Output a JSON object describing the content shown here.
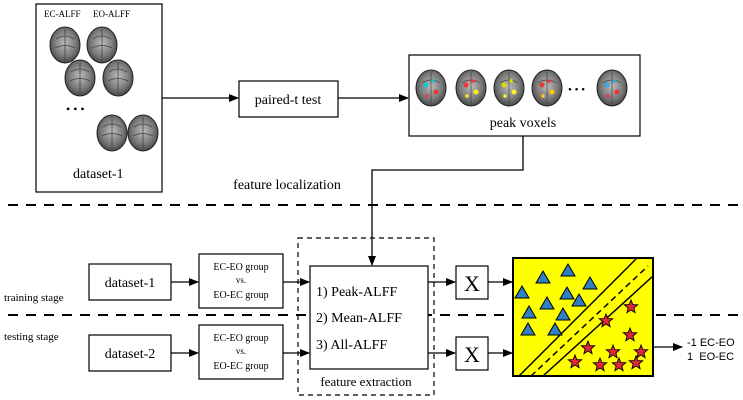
{
  "top": {
    "ec_alff_label": "EC-ALFF",
    "eo_alff_label": "EO-ALFF",
    "ellipsis": "• • •",
    "dataset_label": "dataset-1",
    "paired_t_label": "paired-t test",
    "peak_voxels_label": "peak voxels",
    "peak_ellipsis": "• • •",
    "feature_localization_label": "feature localization"
  },
  "stages": {
    "training_label": "training stage",
    "testing_label": "testing stage"
  },
  "training": {
    "dataset_label": "dataset-1",
    "group_line1": "EC-EO group",
    "group_line2": "vs.",
    "group_line3": "EO-EC group"
  },
  "testing": {
    "dataset_label": "dataset-2",
    "group_line1": "EC-EO group",
    "group_line2": "vs.",
    "group_line3": "EO-EC group"
  },
  "features": {
    "item1": "1) Peak-ALFF",
    "item2": "2) Mean-ALFF",
    "item3": "3) All-ALFF",
    "extraction_label": "feature extraction",
    "x_symbol": "X"
  },
  "output": {
    "line1": "-1 EC-EO",
    "line2": "1  EO-EC"
  },
  "colors": {
    "classifier_bg": "#ffff00",
    "triangle": "#2f7fc1",
    "star": "#e0263a",
    "brain_fill": "#6e6e6e"
  }
}
